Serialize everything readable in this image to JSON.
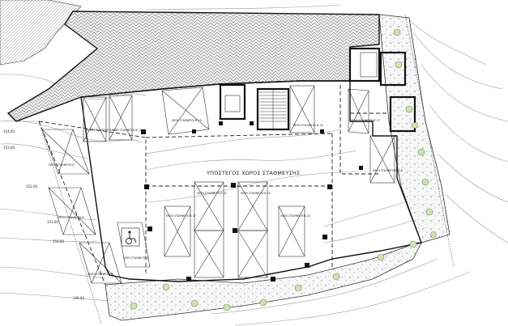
{
  "plan": {
    "title": "ΥΠΟΣΤΕΓΟΣ ΧΩΡΟΣ ΣΤΑΘΜΕΥΣΗΣ",
    "level_labels": [
      "154.00",
      "153.00",
      "152.00",
      "151.00",
      "150.00",
      "149.00"
    ],
    "parking_labels": {
      "tl1": "ΘΕΣΗ ΣΤΑΘΜΕΥΣΗΣ 13",
      "tl2": "ΘΕΣΗ ΣΤΑΘΜΕΥΣΗΣ 14",
      "tc1": "ΘΕΣΗ ΣΤΑΘΜΕΥΣΗΣ 15",
      "tc2": "ΘΕΣΗ ΣΤΑΘΜΕΥΣΗΣ 16",
      "tr": "ΘΕΣΗ ΣΤΑΘΜΕΥΣΗΣ 17",
      "mr": "ΘΕΣΗ ΣΤΑΘΜΕΥΣΗΣ 18",
      "c1": "ΘΕΣΗ ΣΤΑΘΜΕΥΣΗΣ 21",
      "c2": "ΘΕΣΗ ΣΤΑΘΜΕΥΣΗΣ 22",
      "l1": "ΘΕΣΗ ΣΤΑΘΜΕΥΣΗΣ 27",
      "r1": "ΘΕΣΗ ΣΤΑΘΜΕΥΣΗΣ 24",
      "open1": "ΘΕΣΗ ΣΤΑΘΜΕΥΣΗΣ",
      "open2": "ΘΕΣΗ ΣΤΑΘΜΕΥΣΗΣ",
      "open3": "ΘΕΣΗ ΣΤΑΘΜΕΥΣΗΣ",
      "open4": "ΘΕΣΗ ΣΤΑΘΜΕΥΣΗΣ"
    }
  }
}
